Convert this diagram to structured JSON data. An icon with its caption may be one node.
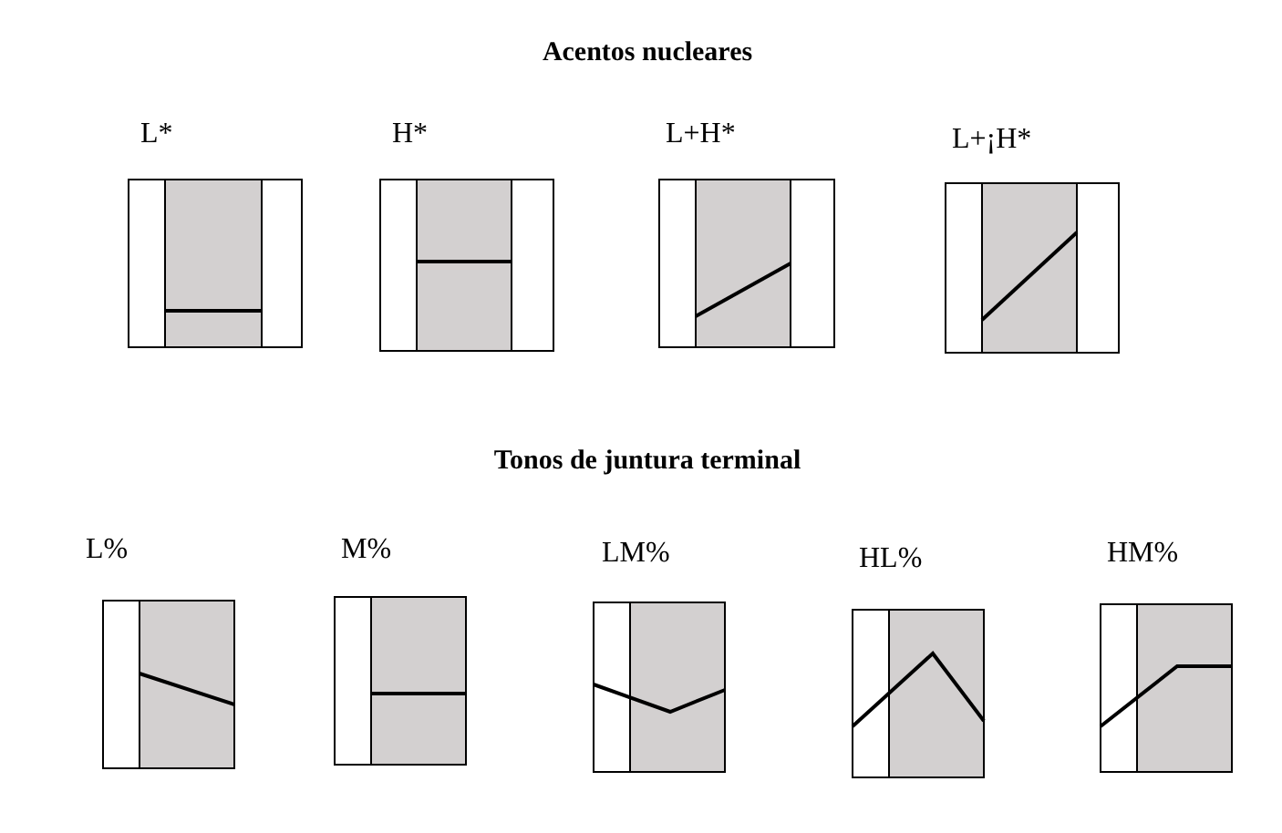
{
  "diagram": {
    "nodes": [
      {
        "text": [
          "L*"
        ]
      },
      {
        "text": [
          "H*"
        ]
      },
      {
        "text": [
          "L+H*"
        ]
      },
      {
        "text": [
          "L+¡H*"
        ]
      },
      {
        "text": [
          "L%"
        ]
      },
      {
        "text": [
          "M%"
        ]
      },
      {
        "text": [
          "LM%"
        ]
      },
      {
        "text": [
          "HL%"
        ]
      },
      {
        "text": [
          "HM%"
        ]
      }
    ],
    "labels": [
      "Acentos nucleares",
      "Tonos de juntura terminal"
    ]
  }
}
